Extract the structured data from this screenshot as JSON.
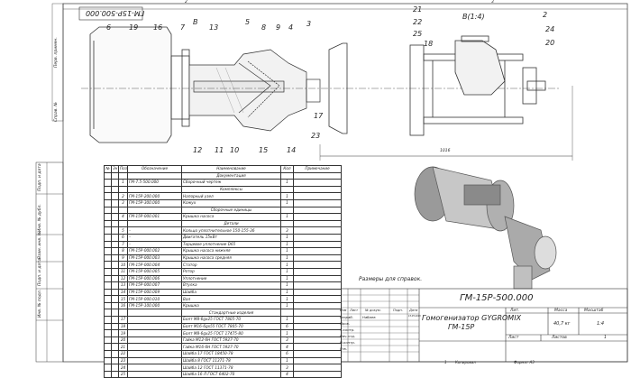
{
  "stamp_top": "ГМ-15Р-500.000",
  "view_label": "В(1:4)",
  "view_arrow_label": "В",
  "dimension": "1016",
  "note": "Размеры для справок.",
  "side_labels": [
    "Перв. примен.",
    "Справ. №",
    "Подп. и дата",
    "Инв. № дубл.",
    "Взам. инв. №",
    "Подп. и дата",
    "Инв. № подл."
  ],
  "callouts": {
    "main": [
      "6",
      "19",
      "16",
      "7",
      "13",
      "5",
      "8",
      "9",
      "4",
      "3",
      "17",
      "23",
      "14",
      "15",
      "10",
      "11",
      "12"
    ],
    "view": [
      "21",
      "22",
      "25",
      "18",
      "2",
      "24",
      "20"
    ]
  },
  "spec_table": {
    "headers": [
      "№",
      "Зн",
      "Поз",
      "Обозначение",
      "Наименование",
      "Кол",
      "Примечание"
    ],
    "rows": [
      {
        "section": "Документация"
      },
      {
        "pos": "1",
        "code": "ГМ-7.5-500.000",
        "name": "Сборочный чертеж",
        "qty": "1"
      },
      {
        "section": "Комплексы"
      },
      {
        "pos": "2",
        "code": "ГМ-15Р-200.000",
        "name": "Напорный узел",
        "qty": "1"
      },
      {
        "pos": "3",
        "code": "ГМ-15Р-300.000",
        "name": "Кожух",
        "qty": "1"
      },
      {
        "section": "Сборочные единицы"
      },
      {
        "pos": "4",
        "code": "ГМ-15Р-000.001",
        "name": "Крышка насоса",
        "qty": "1"
      },
      {
        "section": "Детали"
      },
      {
        "pos": "5",
        "code": "–",
        "name": "Кольцо уплотнительное 150-155-36",
        "qty": "3"
      },
      {
        "pos": "6",
        "code": "–",
        "name": "Двигатель 15кВт",
        "qty": "1"
      },
      {
        "pos": "7",
        "code": "–",
        "name": "Торцевое уплотнение D65",
        "qty": "1"
      },
      {
        "pos": "8",
        "code": "ГМ-15Р-000.002",
        "name": "Крышка насоса нижняя",
        "qty": "1"
      },
      {
        "pos": "9",
        "code": "ГМ-15Р-000.003",
        "name": "Крышка насоса средняя",
        "qty": "1"
      },
      {
        "pos": "10",
        "code": "ГМ-15Р-000.004",
        "name": "Статор",
        "qty": "1"
      },
      {
        "pos": "11",
        "code": "ГМ-15Р-000.005",
        "name": "Ротор",
        "qty": "1"
      },
      {
        "pos": "12",
        "code": "ГМ-15Р-000.006",
        "name": "Уплотнение",
        "qty": "1"
      },
      {
        "pos": "13",
        "code": "ГМ-15Р-000.007",
        "name": "Втулка",
        "qty": "1"
      },
      {
        "pos": "14",
        "code": "ГМ-15Р-000.009",
        "name": "Шайба",
        "qty": "1"
      },
      {
        "pos": "15",
        "code": "ГМ-15Р-000.010",
        "name": "Вал",
        "qty": "1"
      },
      {
        "pos": "16",
        "code": "ГМ-15Р-100.000",
        "name": "Крышка",
        "qty": "1"
      },
      {
        "section": "Стандартные изделия"
      },
      {
        "pos": "17",
        "code": "",
        "name": "Болт М8-6gx25 ГОСТ 7805-70",
        "qty": "1"
      },
      {
        "pos": "18",
        "code": "",
        "name": "Болт М16-6gx55 ГОСТ 7805-70",
        "qty": "6"
      },
      {
        "pos": "19",
        "code": "",
        "name": "Болт М8-6gx25 ГОСТ 17475-80",
        "qty": "1"
      },
      {
        "pos": "20",
        "code": "",
        "name": "Гайка М12-6Н ГОСТ 5927-70",
        "qty": "3"
      },
      {
        "pos": "21",
        "code": "",
        "name": "Гайка М16-6Н ГОСТ 5927-70",
        "qty": "4"
      },
      {
        "pos": "22",
        "code": "",
        "name": "Шайба 17 ГОСТ 18450-78",
        "qty": "6"
      },
      {
        "pos": "23",
        "code": "",
        "name": "Шайба 8 ГОСТ 11371-78",
        "qty": "1"
      },
      {
        "pos": "24",
        "code": "",
        "name": "Шайба 12 ГОСТ 11371-78",
        "qty": "3"
      },
      {
        "pos": "25",
        "code": "",
        "name": "Шайба 16 Л ГОСТ 6402-70",
        "qty": "4"
      }
    ]
  },
  "title_block": {
    "designation": "ГМ-15Р-500.000",
    "product_name_line1": "Гомогенизатор GYGROMIX",
    "product_name_line2": "ГМ-15Р",
    "col_headers": [
      "Изм",
      "Лист",
      "№ докум.",
      "Подп.",
      "Дата"
    ],
    "roles": [
      "Разраб.",
      "Пров.",
      "Т.контр.",
      "Нач.отд.",
      "Н.контр.",
      "Утв."
    ],
    "developer": "Набиев",
    "date": "15.05.2013",
    "lit_label": "Лит.",
    "mass_label": "Масса",
    "scale_label": "Масштаб",
    "mass": "40,7 кг",
    "scale": "1:4",
    "sheet_label": "Лист",
    "sheets_label": "Листов",
    "sheets": "1",
    "copied": "Копировал",
    "format": "Формат А3",
    "copied_num": "1"
  },
  "frame_numbers": [
    "2",
    "3"
  ]
}
